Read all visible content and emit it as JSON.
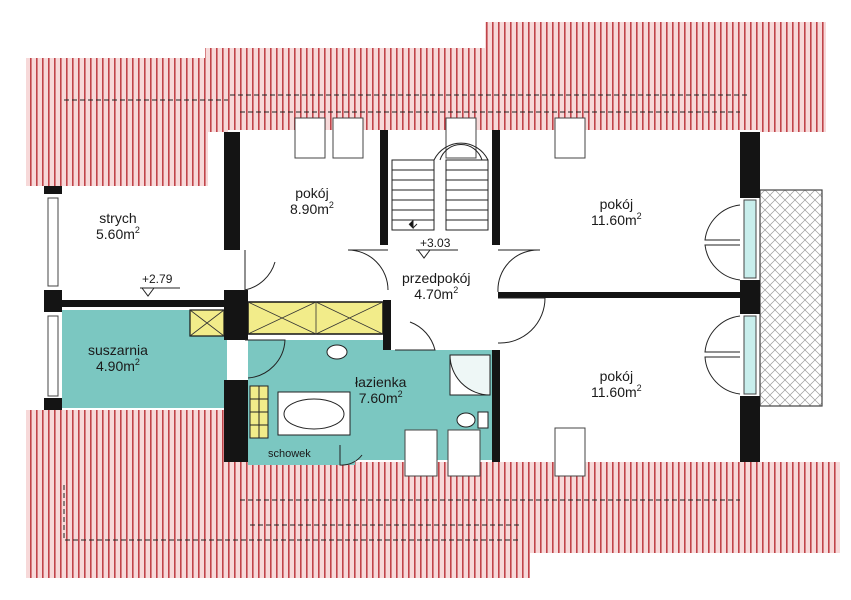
{
  "colors": {
    "roof_stripe": "#c0444a",
    "roof_fill": "#f7d9d9",
    "wall": "#141414",
    "wet_room": "#7bc7c1",
    "closet": "#f2ec8a",
    "background": "#ffffff"
  },
  "rooms": [
    {
      "name": "strych",
      "area": "5.60m",
      "unit_sup": "2"
    },
    {
      "name": "pokój",
      "area": "8.90m",
      "unit_sup": "2"
    },
    {
      "name": "przedpokój",
      "area": "4.70m",
      "unit_sup": "2"
    },
    {
      "name": "pokój",
      "area": "11.60m",
      "unit_sup": "2"
    },
    {
      "name": "suszarnia",
      "area": "4.90m",
      "unit_sup": "2"
    },
    {
      "name": "łazienka",
      "area": "7.60m",
      "unit_sup": "2"
    },
    {
      "name": "pokój",
      "area": "11.60m",
      "unit_sup": "2"
    }
  ],
  "levels": [
    {
      "text": "+2.79"
    },
    {
      "text": "+3.03"
    }
  ],
  "labels": {
    "schowek": "schowek"
  }
}
